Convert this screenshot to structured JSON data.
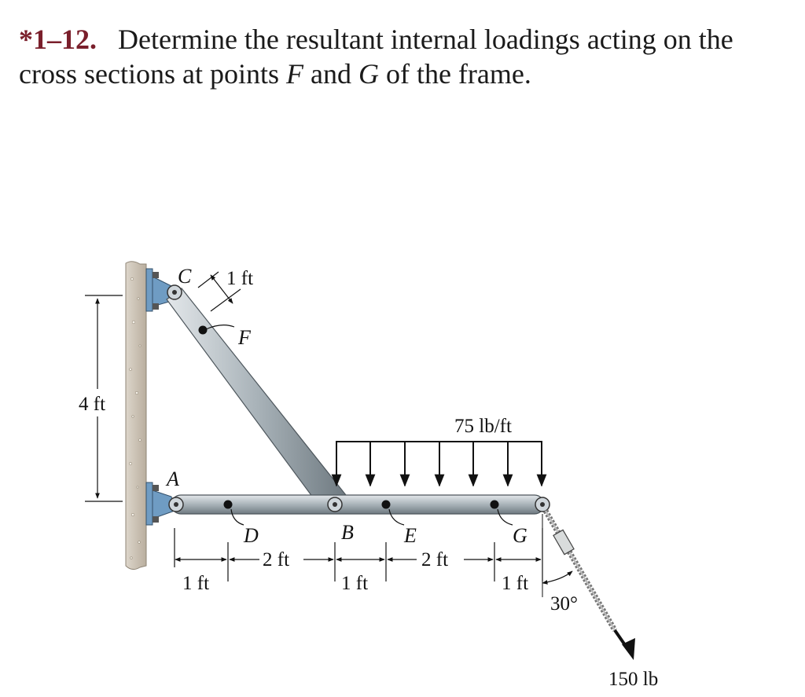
{
  "problem": {
    "number": "*1–12.",
    "text_part1": "Determine the resultant internal loadings acting on the cross sections at points ",
    "point_f": "F",
    "text_and": " and ",
    "point_g": "G",
    "text_end": " of the frame."
  },
  "figure": {
    "points": {
      "a": "A",
      "b": "B",
      "c": "C",
      "d": "D",
      "e": "E",
      "f": "F",
      "g": "G"
    },
    "dims": {
      "vertical": "4 ft",
      "cf": "1 ft",
      "ad": "1 ft",
      "db": "2 ft",
      "be": "1 ft",
      "eg": "2 ft",
      "g_end": "1 ft"
    },
    "load": {
      "distributed": "75 lb/ft",
      "force": "150 lb",
      "angle": "30°"
    },
    "colors": {
      "member": "#a9b3b9",
      "bracket": "#6f9cc3",
      "wall": "#cbc1b3"
    }
  }
}
